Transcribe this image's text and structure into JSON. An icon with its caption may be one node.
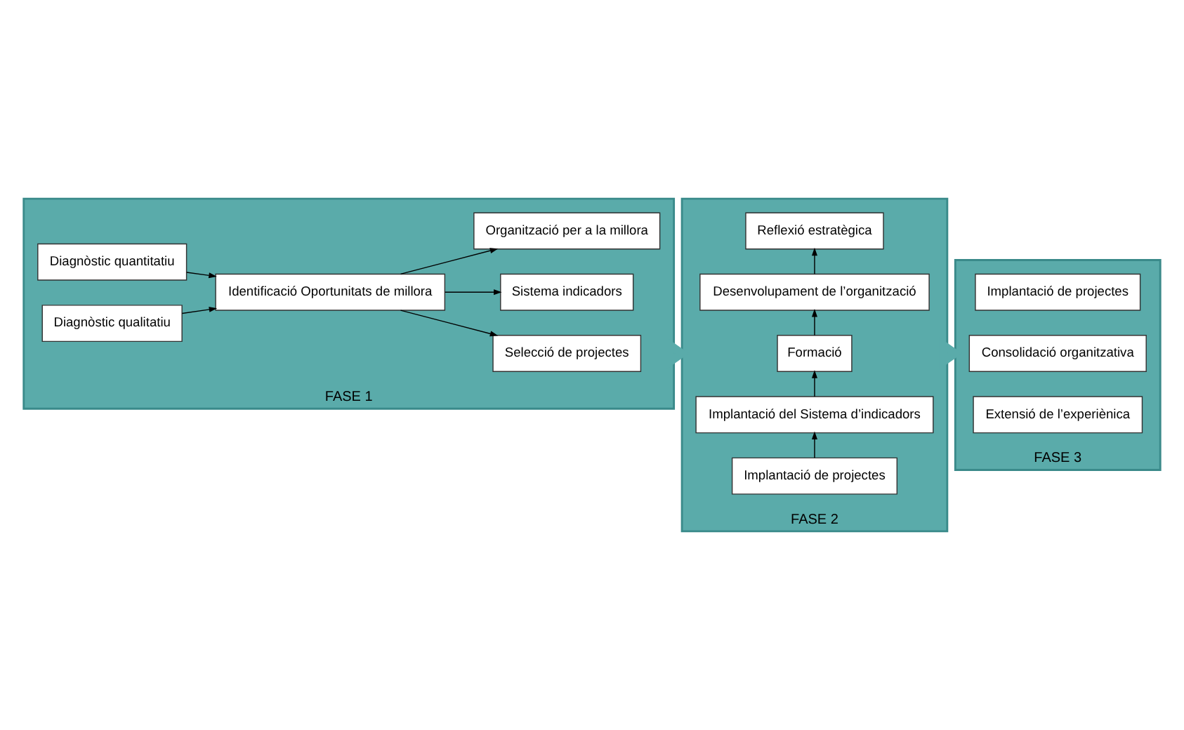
{
  "diagram": {
    "nodes": [
      {
        "text": [
          "FASE 1"
        ]
      },
      {
        "text": [
          "Diagnòstic quantitatiu"
        ],
        "in": 0
      },
      {
        "text": [
          "Diagnòstic qualitatiu"
        ],
        "in": 0
      },
      {
        "text": [
          "Identificació Oportunitats de millora"
        ],
        "in": 0
      },
      {
        "text": [
          "Selecció de projectes"
        ],
        "in": 0
      },
      {
        "text": [
          "Sistema indicadors"
        ],
        "in": 0
      },
      {
        "text": [
          "Organització per a la millora"
        ],
        "in": 0
      },
      {
        "text": [
          "FASE 2"
        ]
      },
      {
        "text": [
          "Implantació de projectes"
        ],
        "in": 7
      },
      {
        "text": [
          "Implantació del Sistema d’indicadors"
        ],
        "in": 7
      },
      {
        "text": [
          "Formació"
        ],
        "in": 7
      },
      {
        "text": [
          "Desenvolupament de l’organització"
        ],
        "in": 7
      },
      {
        "text": [
          "Reflexió estratègica"
        ],
        "in": 7
      },
      {
        "text": [
          "FASE 3"
        ]
      },
      {
        "text": [
          "Implantació de projectes"
        ],
        "in": 13
      },
      {
        "text": [
          "Consolidació organitzativa"
        ],
        "in": 13
      },
      {
        "text": [
          "Extensió de l’experiènica"
        ],
        "in": 13
      }
    ],
    "edges": [
      {
        "from": 1,
        "to": 3,
        "arrow": "to"
      },
      {
        "from": 2,
        "to": 3,
        "arrow": "to"
      },
      {
        "from": 3,
        "to": 4,
        "arrow": "to"
      },
      {
        "from": 3,
        "to": 5,
        "arrow": "to"
      },
      {
        "from": 3,
        "to": 6,
        "arrow": "to"
      },
      {
        "from": 0,
        "to": 7,
        "arrow": "to",
        "style": "thick",
        "color": "#5aabaa"
      },
      {
        "from": 8,
        "to": 9,
        "arrow": "to"
      },
      {
        "from": 9,
        "to": 10,
        "arrow": "to"
      },
      {
        "from": 10,
        "to": 11,
        "arrow": "to"
      },
      {
        "from": 11,
        "to": 12,
        "arrow": "to"
      },
      {
        "from": 7,
        "to": 13,
        "arrow": "to",
        "style": "thick",
        "color": "#5aabaa"
      }
    ]
  }
}
